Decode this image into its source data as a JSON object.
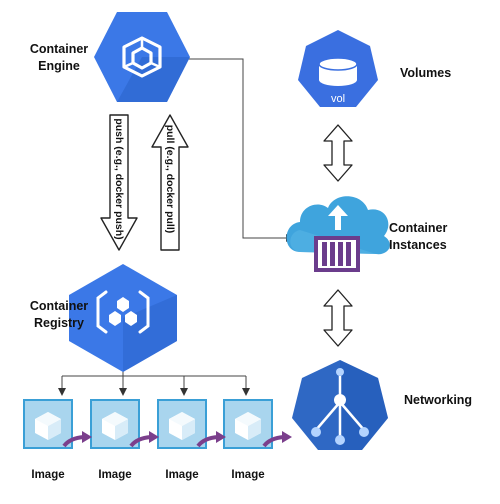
{
  "engine": {
    "label_line1": "Container",
    "label_line2": "Engine"
  },
  "registry": {
    "label_line1": "Container",
    "label_line2": "Registry"
  },
  "volumes": {
    "label": "Volumes",
    "icon_text": "vol"
  },
  "instances": {
    "label_line1": "Container",
    "label_line2": "Instances"
  },
  "networking": {
    "label": "Networking"
  },
  "push": {
    "label": "push (e.g., docker push)"
  },
  "pull": {
    "label": "pull (e.g., docker pull)"
  },
  "images": [
    {
      "label": "Image"
    },
    {
      "label": "Image"
    },
    {
      "label": "Image"
    },
    {
      "label": "Image"
    }
  ],
  "colors": {
    "hex_blue": "#3b78e7",
    "hex_blue_dark": "#2a62c9",
    "cloud_blue": "#3fa4dd",
    "container_purple": "#6b3c8c",
    "image_tile": "#a9d5ee",
    "image_border": "#3a9fd6",
    "arrow_purple": "#7b3f8c",
    "network_blue": "#2f68c4"
  }
}
